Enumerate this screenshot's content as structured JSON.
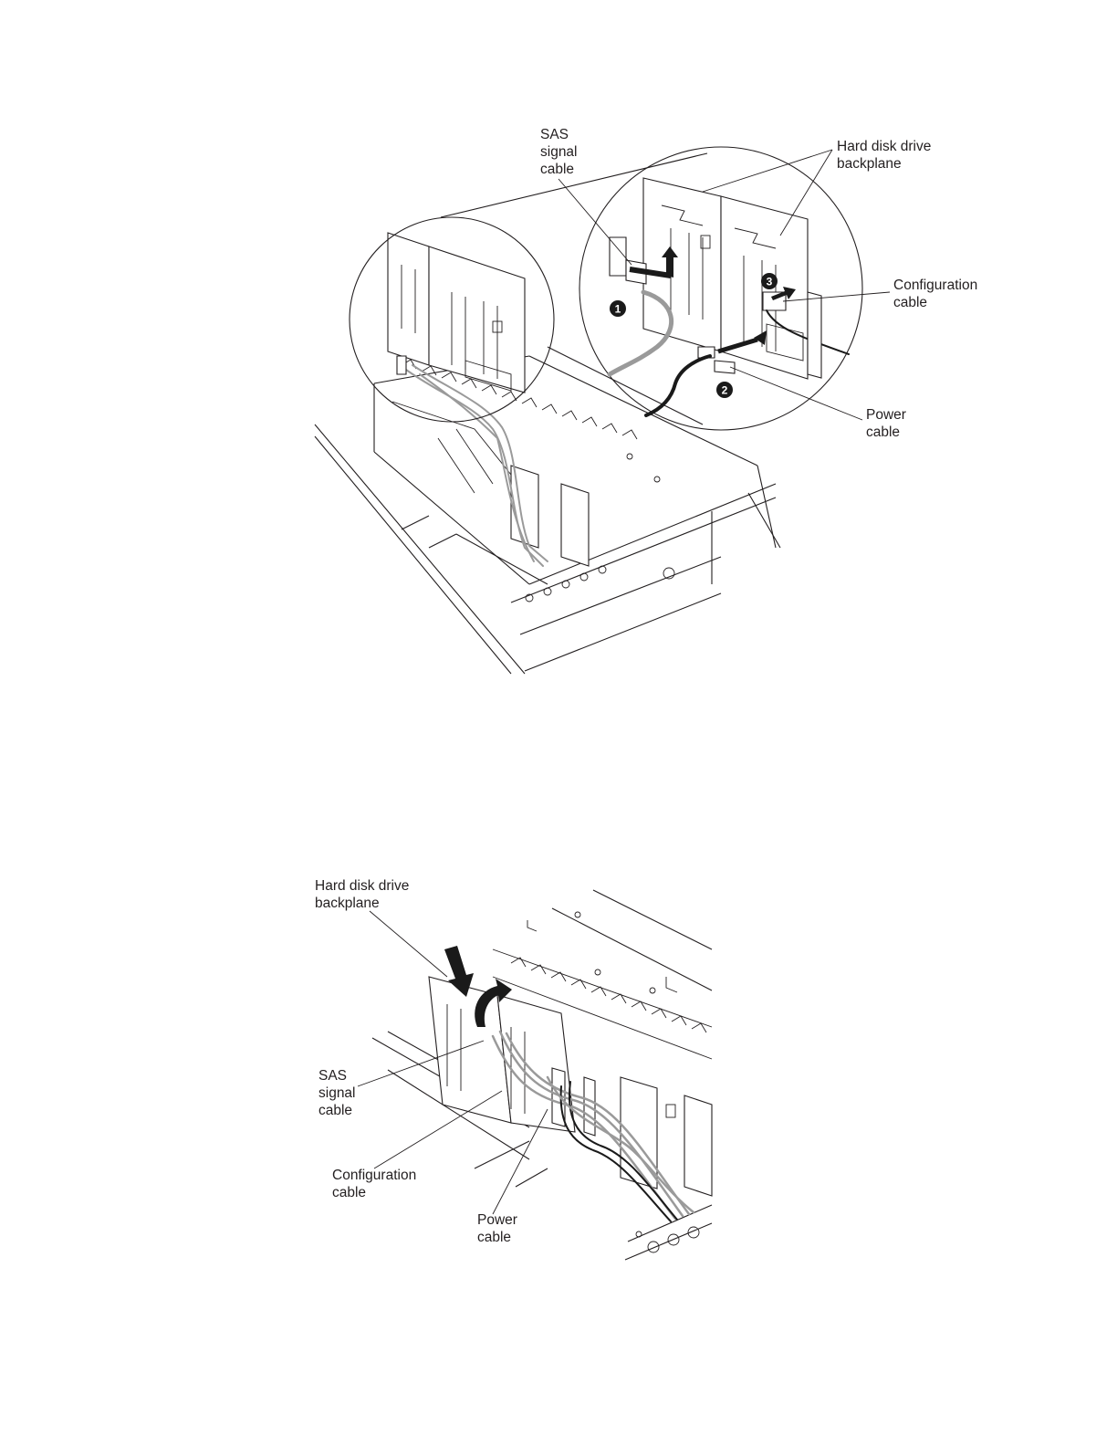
{
  "figure1": {
    "labels": {
      "sas_signal_cable": "SAS\nsignal\ncable",
      "hdd_backplane": "Hard disk drive\nbackplane",
      "configuration_cable": "Configuration\ncable",
      "power_cable": "Power\ncable"
    },
    "steps": [
      "1",
      "2",
      "3"
    ]
  },
  "figure2": {
    "labels": {
      "hdd_backplane": "Hard disk drive\nbackplane",
      "sas_signal_cable": "SAS\nsignal\ncable",
      "configuration_cable": "Configuration\ncable",
      "power_cable": "Power\ncable"
    }
  }
}
